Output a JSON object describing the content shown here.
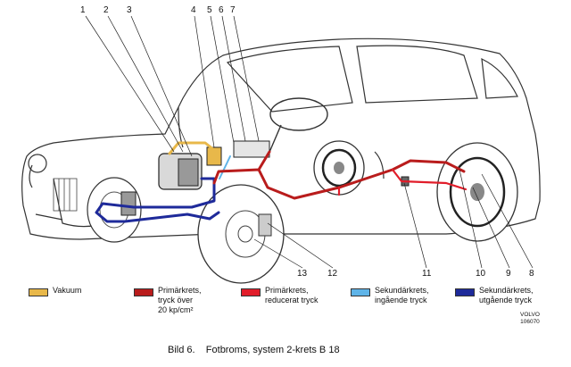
{
  "callouts": [
    "1",
    "2",
    "3",
    "4",
    "5",
    "6",
    "7",
    "8",
    "9",
    "10",
    "11",
    "12",
    "13"
  ],
  "legend": [
    {
      "label": "Vakuum",
      "color": "#e8b84a"
    },
    {
      "label": "Primärkrets,\ntryck över\n20 kp/cm²",
      "color": "#b91c1c"
    },
    {
      "label": "Primärkrets,\nreducerat tryck",
      "color": "#e11d2a"
    },
    {
      "label": "Sekundärkrets,\ningående tryck",
      "color": "#5fb4e8"
    },
    {
      "label": "Sekundärkrets,\nutgående tryck",
      "color": "#1e2a9a"
    }
  ],
  "reference": "VOLVO\n106070",
  "caption": "Bild 6.    Fotbroms, system 2-krets B 18"
}
